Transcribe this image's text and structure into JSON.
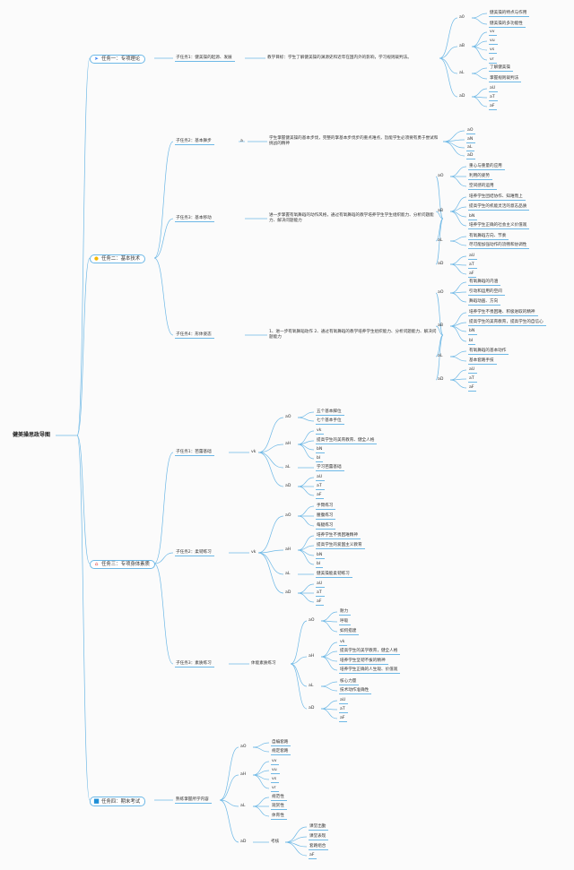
{
  "root": "健美操思政导图",
  "tasks": [
    {
      "label": "任务一：专项理论",
      "icon": "paper-plane-icon",
      "icon_color": "#3b82f6",
      "subtasks": [
        {
          "label": "子任务1：健美操的起源、发展",
          "desc": "教学目标：学生了解健美操的渊源史和近年在国内外的影响，学习规则裁判法。",
          "groups": [
            {
              "label": "a0",
              "items": [
                "健美操的特点与作用",
                "健美操的多功能性"
              ]
            },
            {
              "label": "aB",
              "items": [
                "vv",
                "vu",
                "vs",
                "vr"
              ]
            },
            {
              "label": "aL",
              "items": [
                "了解健美操",
                "掌握规则裁判法"
              ]
            },
            {
              "label": "aD",
              "items": [
                "aU",
                "aT",
                "aF"
              ]
            }
          ]
        }
      ]
    },
    {
      "label": "任务二：基本技术",
      "icon": "lightbulb-icon",
      "icon_color": "#f5b800",
      "subtasks": [
        {
          "label": "子任务2：基本舞步",
          "mid": "a",
          "desc": "学生掌握健美操的基本步伐，完整的掌基本步伐步的重点难点，旨能学生必须要有勇于尝试和挑战的精神",
          "groups": [
            {
              "label": "",
              "items": [
                "aO",
                "aN",
                "aL",
                "aD"
              ]
            }
          ]
        },
        {
          "label": "子任务3：基本移动",
          "desc": "进一步掌握有氧舞蹈的动作风格，通过有氧舞蹈的教学培养学生学生组织能力、分析问题能力、解决问题能力",
          "groups": [
            {
              "label": "aO",
              "items": [
                "重心与重量的应用",
                "利用的姿势",
                "空间感的运用"
              ]
            },
            {
              "label": "aB",
              "items": [
                "培养学生团结协作、知难而上",
                "提高学生的机能灵活的意志品质",
                "bN",
                "培养学生正确的社会主义价值观"
              ]
            },
            {
              "label": "aL",
              "items": [
                "有氧舞蹈方向、节奏",
                "尽可能加强动作的流畅和协调性"
              ]
            },
            {
              "label": "aD",
              "items": [
                "aU",
                "aT",
                "aF"
              ]
            }
          ]
        },
        {
          "label": "子任务4：形体姿态",
          "desc": "1、进一步有氧舞蹈动作 2、通过有氧舞蹈的教学培养学生组织能力、分析问题能力、解决问题能力",
          "groups": [
            {
              "label": "aO",
              "items": [
                "有氧舞蹈的内涵",
                "引动和运用的空间",
                "舞蹈动画、方向"
              ]
            },
            {
              "label": "aB",
              "items": [
                "培养学生不畏困难、积极进取的精神",
                "提高学生的美育教育，提高学生的自信心",
                "bN",
                "bI"
              ]
            },
            {
              "label": "aL",
              "items": [
                "有氧舞蹈的基本动作",
                "基本套路手技"
              ]
            },
            {
              "label": "aD",
              "items": [
                "aU",
                "aT",
                "aF"
              ]
            }
          ]
        }
      ]
    },
    {
      "label": "任务三：专项身体素质",
      "icon": "home-icon",
      "icon_color": "#e04848",
      "subtasks": [
        {
          "label": "子任务1：芭蕾基础",
          "mid": "vk",
          "groups": [
            {
              "label": "aO",
              "items": [
                "五个基本脚位",
                "七个基本手位"
              ]
            },
            {
              "label": "aH",
              "items": [
                "vk",
                "提高学生的美育教育、健全人格",
                "bN",
                "bI"
              ]
            },
            {
              "label": "aL",
              "items": [
                "学习芭蕾基础"
              ]
            },
            {
              "label": "aD",
              "items": [
                "aU",
                "aT",
                "aF"
              ]
            }
          ]
        },
        {
          "label": "子任务2：柔韧练习",
          "mid": "vk",
          "groups": [
            {
              "label": "aO",
              "items": [
                "手臂练习",
                "腰腹练习",
                "每腿练习"
              ]
            },
            {
              "label": "aH",
              "items": [
                "培养学生不畏困难精神",
                "提高学生的爱国主义教育",
                "bN",
                "bI"
              ]
            },
            {
              "label": "aL",
              "items": [
                "健美操能柔韧练习"
              ]
            },
            {
              "label": "aD",
              "items": [
                "aU",
                "aT",
                "aF"
              ]
            }
          ]
        },
        {
          "label": "子任务3：素质练习",
          "mid": "体能素质练习",
          "groups": [
            {
              "label": "aO",
              "items": [
                "耐力",
                "呼吸",
                "如何搭建"
              ]
            },
            {
              "label": "aH",
              "items": [
                "vk",
                "提高学生的美学教育，健全人格",
                "培养学生坚韧不拔的精神",
                "培养学生正确的人生观、价值观"
              ]
            },
            {
              "label": "aL",
              "items": [
                "核心力量",
                "技术动作准确性"
              ]
            },
            {
              "label": "aD",
              "items": [
                "aU",
                "aT",
                "aF"
              ]
            }
          ]
        }
      ]
    },
    {
      "label": "任务四：期末考试",
      "icon": "square-icon",
      "icon_color": "#1f8fd6",
      "subtasks": [
        {
          "label": "熟练掌握所学内容",
          "groups": [
            {
              "label": "aO",
              "items": [
                "自编套路",
                "规定套路"
              ]
            },
            {
              "label": "aH",
              "items": [
                "vv",
                "vu",
                "vs",
                "vr"
              ]
            },
            {
              "label": "aL",
              "items": [
                "规范性",
                "观赏性",
                "体育性"
              ]
            },
            {
              "label": "aD",
              "mid": "考核",
              "items": [
                "课堂出勤",
                "课堂表现",
                "套路组合",
                "aF"
              ]
            }
          ]
        }
      ]
    }
  ]
}
